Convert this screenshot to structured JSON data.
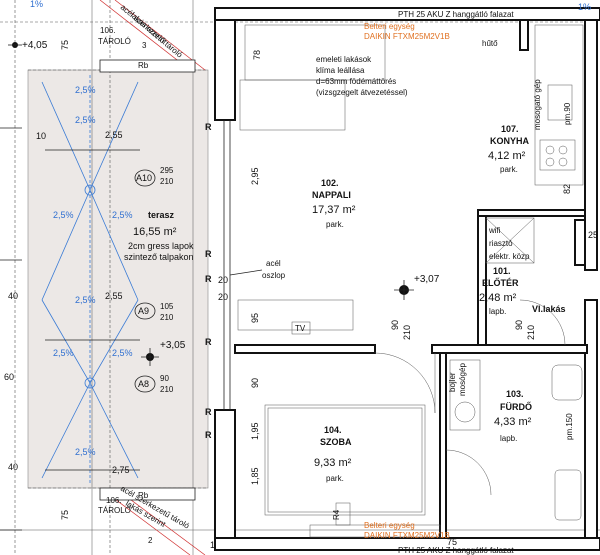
{
  "top": {
    "level_mark": "+4,05",
    "wall_label_top": "PTH 25 AKU Z hanggátló falazat",
    "wall_label_bottom": "PTH 25 AKU Z hanggátló falazat",
    "slope_top_right": "1%",
    "slope_top_left": "1%",
    "dim_75_top": "75"
  },
  "rooms": {
    "nappali": {
      "num": "102.",
      "name": "NAPPALI",
      "area": "17,37 m²",
      "floor": "park."
    },
    "konyha": {
      "num": "107.",
      "name": "KONYHA",
      "area": "4,12 m²",
      "floor": "park."
    },
    "eloter": {
      "num": "101.",
      "name": "ELŐTÉR",
      "area": "2,48 m²",
      "floor": "lapb."
    },
    "furdo": {
      "num": "103.",
      "name": "FÜRDŐ",
      "area": "4,33 m²",
      "floor": "lapb."
    },
    "szoba": {
      "num": "104.",
      "name": "SZOBA",
      "area": "9,33 m²",
      "floor": "park."
    },
    "terasz": {
      "name": "terasz",
      "area": "16,55 m²",
      "floor_1": "2cm gress lapok",
      "floor_2": "szintező talpakon"
    },
    "tarolo_top": {
      "num": "106.",
      "name": "TÁROLÓ"
    },
    "tarolo_bottom": {
      "num": "106.",
      "name": "TÁROLÓ"
    }
  },
  "labels": {
    "ac_top_1": "Belteri egység",
    "ac_top_2": "DAIKIN FTXM25M2V1B",
    "ac_bottom_1": "Belteri egység",
    "ac_bottom_2": "DAIKIN FTXM25M2V1B",
    "note_1": "emeleti lakások",
    "note_2": "klíma leállása",
    "note_3": "d=63mm födémáttörés",
    "note_4": "(vizsgzegelt átvezetéssel)",
    "huto": "hűtő",
    "mosogato": "mosogató gép",
    "pm90": "pm.90",
    "pm150": "pm.150",
    "wifi": "wifi",
    "riaszto": "riasztó",
    "elektr": "elektr. közp",
    "acel_1": "acél",
    "acel_2": "oszlop",
    "vi_lakas": "VI.lakás",
    "tv": "TV",
    "bojler_1": "bojler",
    "bojler_2": "mosógép",
    "rb_top": "Rb",
    "rb_bottom": "Rb",
    "tarolo_strip_top": "acél szerkezetű tároló",
    "tarolo_strip_top2": "lakás szerint",
    "tarolo_strip_bottom": "acél szerkezetű tároló",
    "tarolo_strip_bottom2": "lakás szerint",
    "r4": "R4",
    "badge_top": "3",
    "badge_bottom": "2"
  },
  "levels": {
    "main": "+3,07",
    "terrace": "+3,05"
  },
  "windows": {
    "a10": {
      "id": "A10",
      "w": "295",
      "h": "210"
    },
    "a9": {
      "id": "A9",
      "w": "105",
      "h": "210"
    },
    "a8": {
      "id": "A8",
      "w": "90",
      "h": "210"
    }
  },
  "dims": {
    "d255_top": "2,55",
    "d255_mid": "2,55",
    "d275": "2,75",
    "d295": "2,95",
    "d1_95": "1,95",
    "d1_85": "1,85",
    "d90": "90",
    "d90b": "90",
    "d90c": "90",
    "d210": "210",
    "d210b": "210",
    "d20": "20",
    "d20b": "20",
    "d95": "95",
    "d10": "10",
    "d40": "40",
    "d40b": "40",
    "d75": "75",
    "d75b": "75",
    "d75c": "75",
    "d78": "78",
    "d82": "82",
    "d1": "1",
    "d60": "60",
    "d25": "25"
  },
  "slopes": {
    "s1": "2,5%",
    "s2": "2,5%",
    "s3": "2,5%",
    "s4": "2,5%",
    "s5": "2,5%",
    "s6": "2,5%",
    "s7": "2,5%",
    "s8": "2,5%"
  },
  "axis_marks": {
    "r1": "R",
    "r2": "R",
    "r3": "R",
    "r4": "R",
    "r5": "R",
    "r6": "R"
  }
}
